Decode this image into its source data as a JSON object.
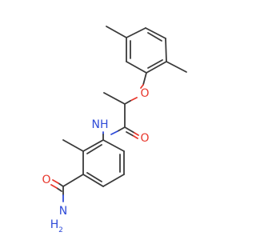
{
  "molecule": {
    "atoms": {
      "ether_o": "O",
      "amide_nh": "NH",
      "amide_o": "O",
      "carboxamide_o": "O",
      "carboxamide_n": "N",
      "carboxamide_h2": "H"
    }
  },
  "colors": {
    "bond": "#3a3a3a",
    "oxygen": "#e8372c",
    "nitrogen": "#2f4bd8",
    "background": "#ffffff"
  }
}
